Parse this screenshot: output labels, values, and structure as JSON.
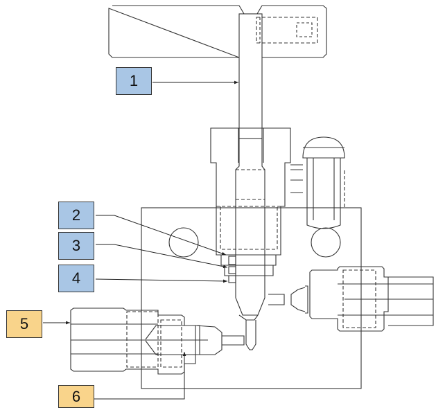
{
  "colors": {
    "outline": "#333333",
    "callout_blue": "#a9c6e5",
    "callout_orange": "#f9d48b",
    "background": "#ffffff"
  },
  "callouts": [
    {
      "label": "1",
      "color": "blue"
    },
    {
      "label": "2",
      "color": "blue"
    },
    {
      "label": "3",
      "color": "blue"
    },
    {
      "label": "4",
      "color": "blue"
    },
    {
      "label": "5",
      "color": "orange"
    },
    {
      "label": "6",
      "color": "orange"
    }
  ]
}
